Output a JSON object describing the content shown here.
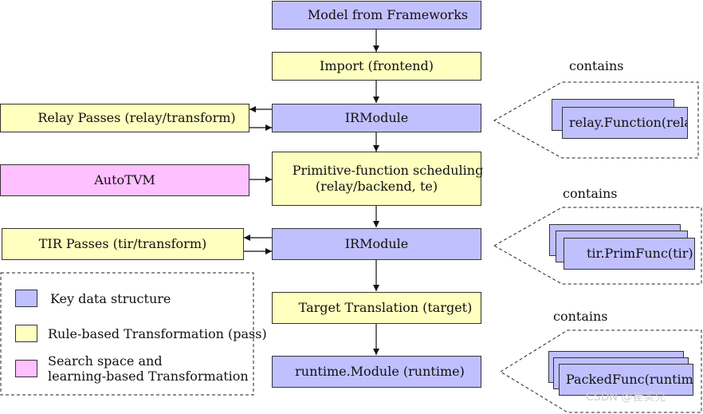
{
  "flow": {
    "model_from_frameworks": "Model from Frameworks",
    "import_frontend": "Import (frontend)",
    "irmodule_top": "IRModule",
    "primitive_scheduling_line1": "Primitive-function scheduling",
    "primitive_scheduling_line2": "(relay/backend, te)",
    "irmodule_bottom": "IRModule",
    "target_translation": "Target Translation (target)",
    "runtime_module": "runtime.Module (runtime)"
  },
  "side": {
    "relay_passes": "Relay Passes (relay/transform)",
    "autotvm": "AutoTVM",
    "tir_passes": "TIR Passes (tir/transform)"
  },
  "callouts": {
    "relay": {
      "label": "contains",
      "item": "relay.Function(relay)"
    },
    "tir": {
      "label": "contains",
      "item": "tir.PrimFunc(tir)"
    },
    "runtime": {
      "label": "contains",
      "item": "PackedFunc(runtime)"
    }
  },
  "legend": {
    "key_data_structure": "Key data structure",
    "rule_based": "Rule-based Transformation (pass)",
    "search_line1": "Search space and",
    "search_line2": "learning-based Transformation"
  },
  "colors": {
    "key_data_structure": "#c0c0ff",
    "rule_based": "#ffffc0",
    "search_learning": "#ffc0ff"
  },
  "watermark": "CSDN @崔实兑"
}
